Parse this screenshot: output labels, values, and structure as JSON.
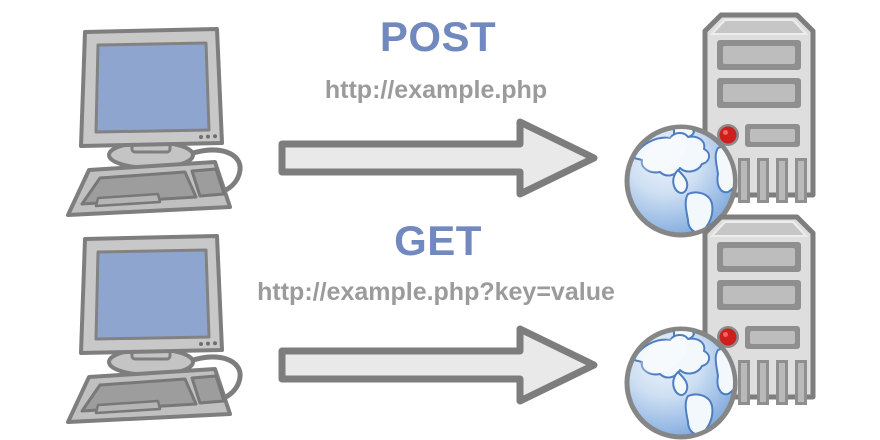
{
  "diagram": {
    "rows": [
      {
        "method": "POST",
        "url": "http://example.php"
      },
      {
        "method": "GET",
        "url": "http://example.php?key=value"
      }
    ],
    "icons": {
      "client": "desktop-computer-icon",
      "arrow": "request-arrow-icon",
      "server": "server-tower-icon",
      "globe": "globe-icon"
    },
    "colors": {
      "method_text": "#7189BE",
      "url_text": "#9B9B9B",
      "outline": "#7E7E7E",
      "arrow_fill": "#E9E9E9",
      "screen_blue": "#8EA6CF",
      "led_red": "#CE1E1E",
      "globe_ocean": "#8FB4E2",
      "background": "#FFFFFF"
    }
  }
}
